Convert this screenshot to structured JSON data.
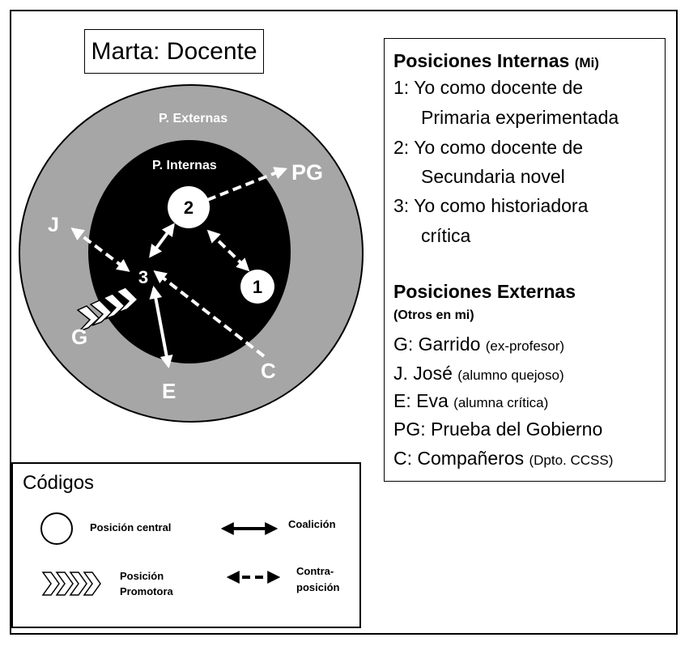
{
  "title": "Marta: Docente",
  "diagram": {
    "outer_ring_label": "P. Externas",
    "inner_circle_label": "P. Internas",
    "nodes": {
      "n1": "1",
      "n2": "2",
      "n3": "3"
    },
    "external": {
      "PG": "PG",
      "J": "J",
      "G": "G",
      "E": "E",
      "C": "C"
    },
    "colors": {
      "outer_ring": "#a6a6a6",
      "inner_circle": "#000000",
      "arrows": "#ffffff"
    }
  },
  "legend": {
    "internas_title": "Posiciones Internas",
    "internas_title_note": "(Mi)",
    "internas_items": [
      {
        "line1": "1: Yo como docente de",
        "line2": "Primaria experimentada"
      },
      {
        "line1": "2: Yo como docente de",
        "line2": "Secundaria novel"
      },
      {
        "line1": "3: Yo como historiadora",
        "line2": "crítica"
      }
    ],
    "externas_title": "Posiciones Externas",
    "externas_sub": "(Otros en mi)",
    "externas_items": [
      {
        "main": "G: Garrido",
        "note": "(ex-profesor)"
      },
      {
        "main": "J. José",
        "note": "(alumno quejoso)"
      },
      {
        "main": "E: Eva",
        "note": "(alumna crítica)"
      },
      {
        "main": "PG: Prueba del Gobierno",
        "note": ""
      },
      {
        "main": "C: Compañeros",
        "note": "(Dpto. CCSS)"
      }
    ]
  },
  "codes": {
    "title": "Códigos",
    "central": "Posición central",
    "coalicion": "Coalición",
    "promotora_1": "Posición",
    "promotora_2": "Promotora",
    "contra_1": "Contra-",
    "contra_2": "posición"
  }
}
